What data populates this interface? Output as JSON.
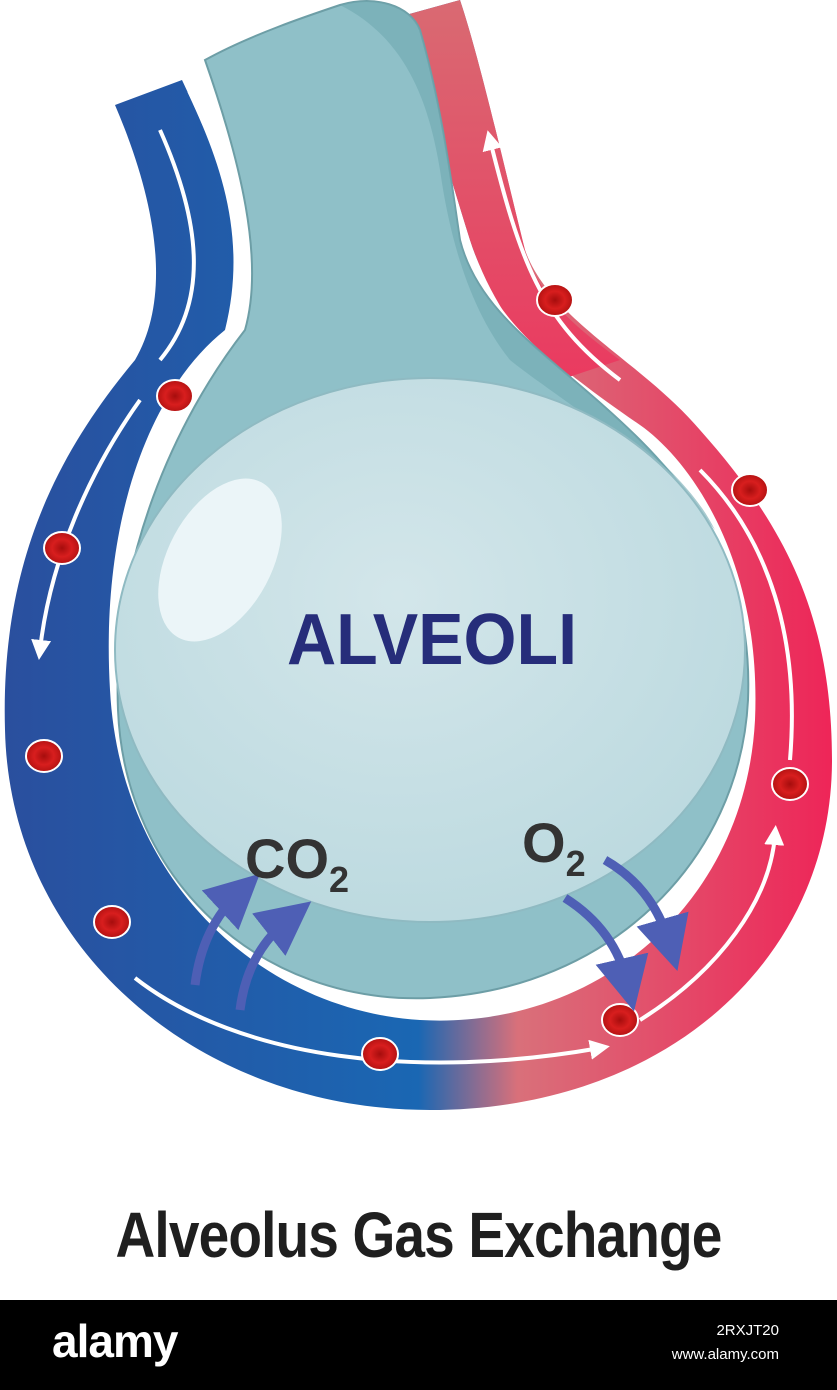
{
  "diagram": {
    "label_alveoli": "ALVEOLI",
    "label_co2_base": "CO",
    "label_co2_sub": "2",
    "label_o2_base": "O",
    "label_o2_sub": "2",
    "colors": {
      "deoxygenated_vessel": "#1f5fae",
      "oxygenated_vessel": "#ee2a5c",
      "alveolus": "#9ec9d0",
      "red_blood_cell": "#d11a1a",
      "gas_arrow": "#4e5fb5",
      "label_text": "#262d7a"
    }
  },
  "caption": "Alveolus Gas Exchange",
  "watermark": {
    "logo": "alamy",
    "image_id": "2RXJT20",
    "url": "www.alamy.com"
  }
}
